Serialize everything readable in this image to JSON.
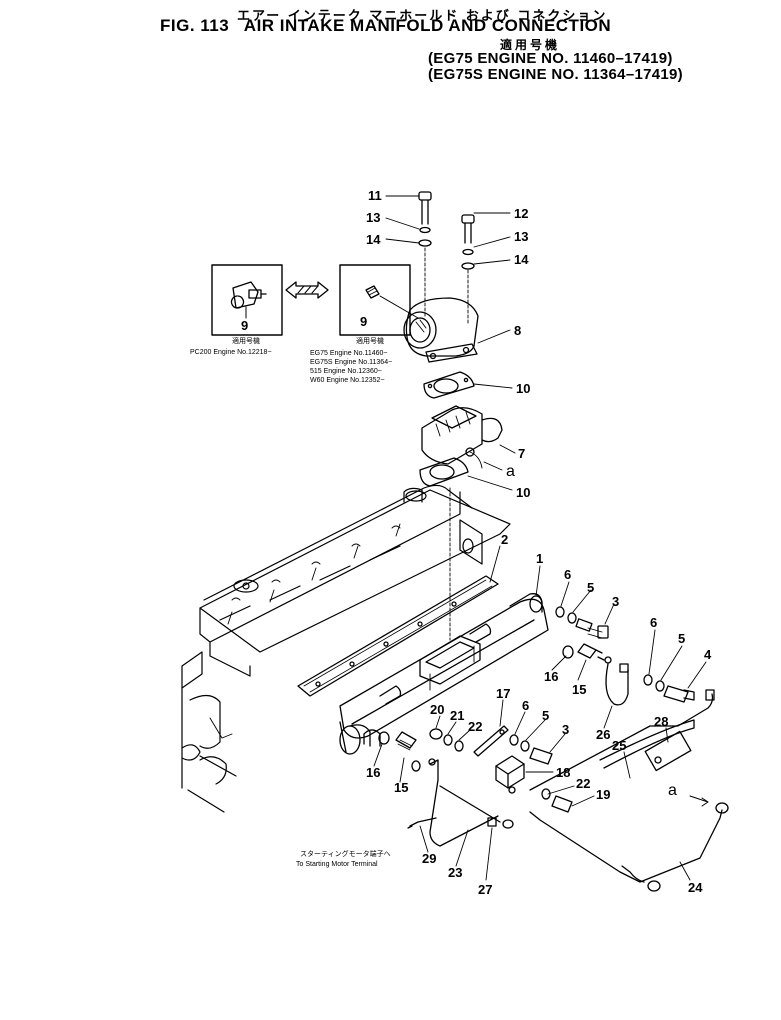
{
  "header": {
    "title_jp": "エアー インテーク マニホールド および コネクション",
    "fig_label": "FIG. 113",
    "title_en": "AIR INTAKE MANIFOLD AND CONNECTION",
    "applicability_jp": "適用号機",
    "applicability_lines": [
      "(EG75  ENGINE NO. 11460–17419)",
      "(EG75S ENGINE NO. 11364–17419)"
    ]
  },
  "inset": {
    "left_part_number": "9",
    "right_part_number": "9",
    "left_caption_jp": "適用号機",
    "left_caption": "PC200 Engine No.12218~",
    "right_caption_jp": "適用号機",
    "right_caption_lines": [
      "EG75   Engine No.11460~",
      "EG75S  Engine No.11364~",
      "515    Engine No.12360~",
      "W60    Engine No.12352~"
    ]
  },
  "callouts": [
    "11",
    "13",
    "14",
    "12",
    "13",
    "14",
    "8",
    "10",
    "7",
    "a",
    "10",
    "2",
    "1",
    "6",
    "5",
    "3",
    "6",
    "5",
    "4",
    "16",
    "15",
    "26",
    "17",
    "6",
    "5",
    "3",
    "20",
    "21",
    "22",
    "28",
    "25",
    "16",
    "15",
    "18",
    "22",
    "19",
    "a",
    "29",
    "23",
    "27",
    "24"
  ],
  "terminal_note": {
    "jp": "スターティングモータ端子へ",
    "en": "To Starting Motor Terminal"
  }
}
